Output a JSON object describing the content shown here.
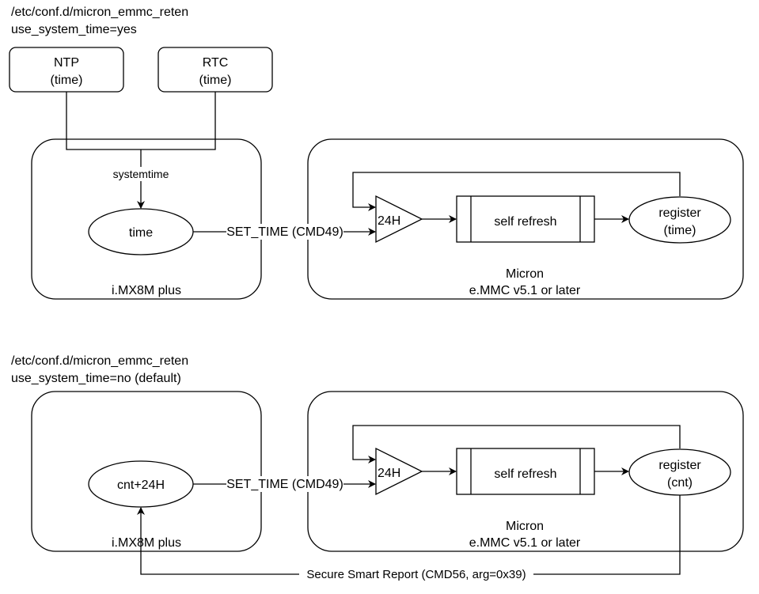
{
  "diagram": {
    "top": {
      "config_file": "/etc/conf.d/micron_emmc_reten",
      "config_setting": "use_system_time=yes",
      "sources": [
        {
          "name": "NTP",
          "sub": "(time)"
        },
        {
          "name": "RTC",
          "sub": "(time)"
        }
      ],
      "host": {
        "label": "i.MX8M plus",
        "node": "time",
        "edge_label": "systemtime"
      },
      "command_label": "SET_TIME (CMD49)",
      "device": {
        "label_line1": "Micron",
        "label_line2": "e.MMC v5.1 or later",
        "timer": "24H",
        "process": "self refresh",
        "register_line1": "register",
        "register_line2": "(time)"
      }
    },
    "bottom": {
      "config_file": "/etc/conf.d/micron_emmc_reten",
      "config_setting": "use_system_time=no (default)",
      "host": {
        "label": "i.MX8M plus",
        "node": "cnt+24H"
      },
      "command_label": "SET_TIME (CMD49)",
      "device": {
        "label_line1": "Micron",
        "label_line2": "e.MMC v5.1 or later",
        "timer": "24H",
        "process": "self refresh",
        "register_line1": "register",
        "register_line2": "(cnt)"
      },
      "report_label": "Secure Smart Report (CMD56, arg=0x39)"
    }
  }
}
